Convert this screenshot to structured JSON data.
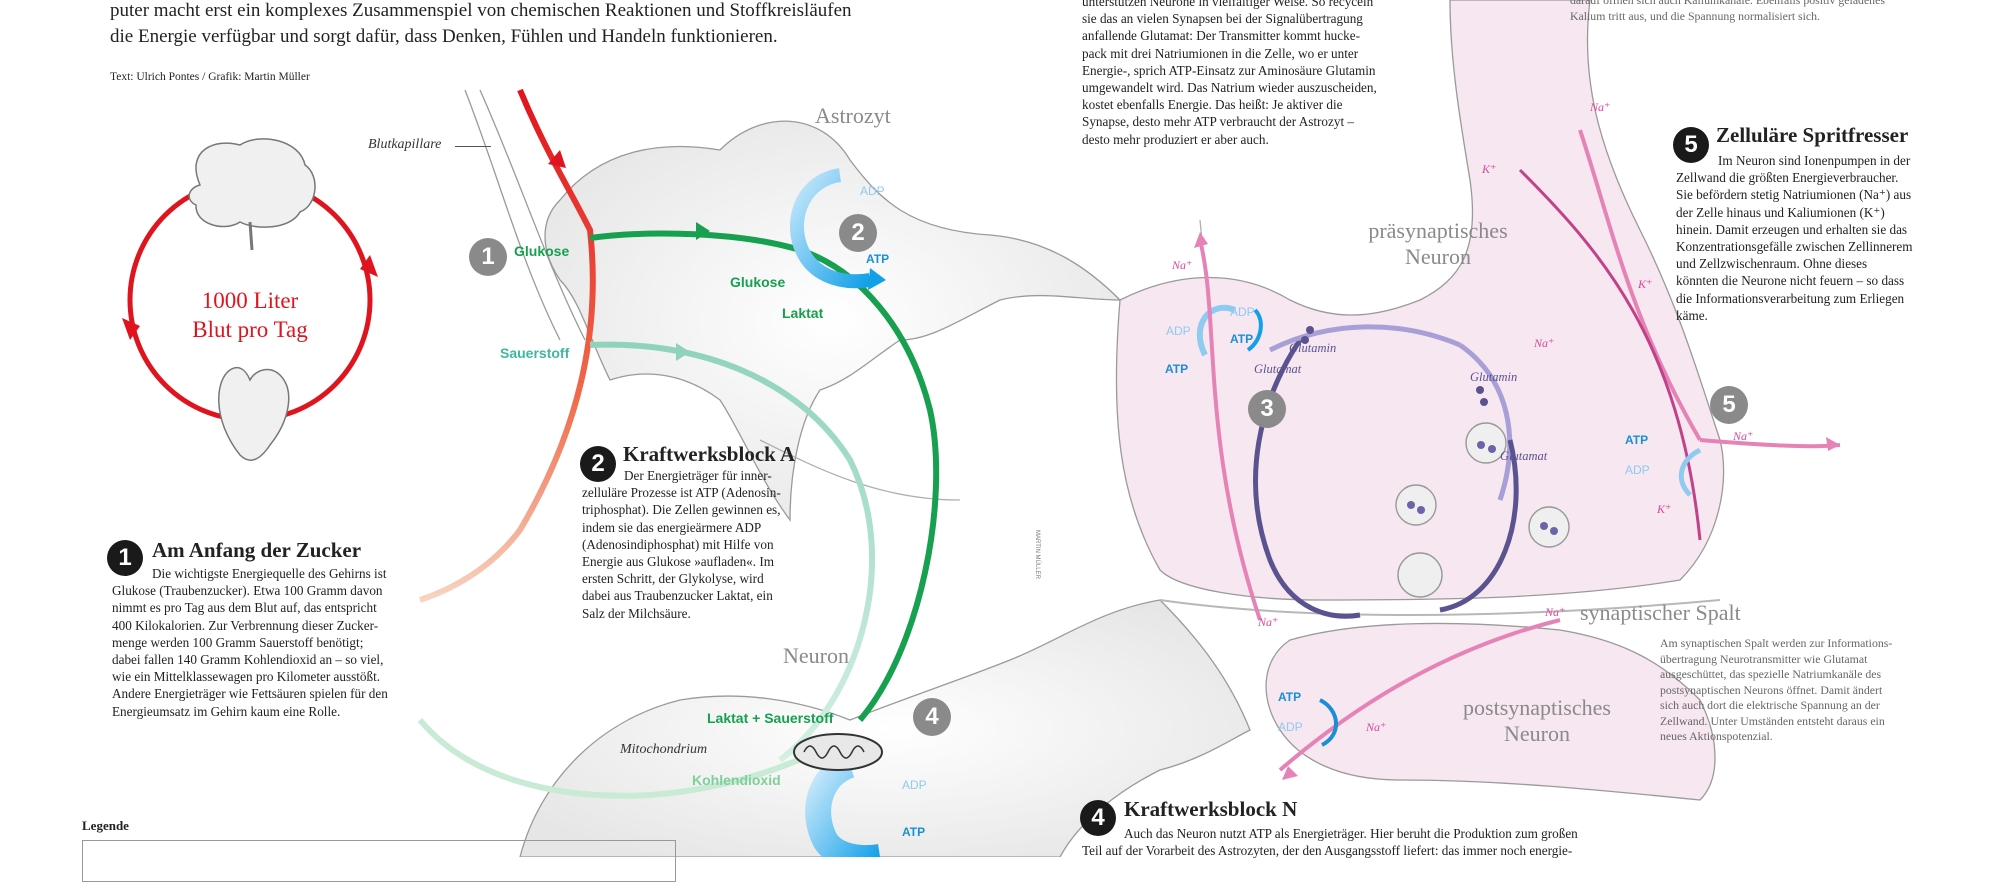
{
  "intro": {
    "text_lines": [
      "puter macht erst ein komplexes Zusammenspiel von chemischen Reaktionen und Stoffkreisläufen",
      "die Energie verfügbar und sorgt dafür, dass Denken, Fühlen und Handeln funktionieren."
    ],
    "credit": "Text: Ulrich Pontes / Grafik: Martin Müller"
  },
  "blood_cycle": {
    "label_line1": "1000 Liter",
    "label_line2": "Blut pro Tag"
  },
  "sections": {
    "s1": {
      "number": "1",
      "title": "Am Anfang der Zucker",
      "lines": [
        "Die wichtigste Energiequelle des Gehirns ist",
        "Glukose (Traubenzucker). Etwa 100 Gramm davon",
        "nimmt es pro Tag aus dem Blut auf, das entspricht",
        "400 Kilokalorien. Zur Verbrennung dieser Zucker-",
        "menge werden 100 Gramm Sauerstoff benötigt;",
        "dabei fallen 140 Gramm Kohlendioxid an – so viel,",
        "wie ein Mittelklassewagen pro Kilometer ausstößt.",
        "Andere Energieträger wie Fettsäuren spielen für den",
        "Energieumsatz im Gehirn kaum eine Rolle."
      ]
    },
    "s2": {
      "number": "2",
      "title": "Kraftwerksblock A",
      "lines": [
        "Der Energieträger für inner-",
        "zelluläre Prozesse ist ATP (Adenosin-",
        "triphosphat). Die Zellen gewinnen es,",
        "indem sie das energieärmere ADP",
        "(Adenosindiphosphat) mit Hilfe von",
        "Energie aus Glukose »aufladen«. Im",
        "ersten Schritt, der Glykolyse, wird",
        "dabei aus Traubenzucker Laktat, ein",
        "Salz der Milchsäure."
      ]
    },
    "s3_text": {
      "lines": [
        "unterstützen Neurone in vielfältiger Weise. So recyceln",
        "sie das an vielen Synapsen bei der Signalübertragung",
        "anfallende Glutamat: Der Transmitter kommt hucke-",
        "pack mit drei Natriumionen in die Zelle, wo er unter",
        "Energie-, sprich ATP-Einsatz zur Aminosäure Glutamin",
        "umgewandelt wird. Das Natrium wieder auszuscheiden,",
        "kostet ebenfalls Energie. Das heißt: Je aktiver die",
        "Synapse, desto mehr ATP verbraucht der Astrozyt –",
        "desto mehr produziert er aber auch."
      ]
    },
    "s4": {
      "number": "4",
      "title": "Kraftwerksblock N",
      "lines": [
        "Auch das Neuron nutzt ATP als Energieträger. Hier beruht die Produktion zum großen",
        "Teil auf der Vorarbeit des Astrozyten, der den Ausgangsstoff liefert: das immer noch energie-"
      ]
    },
    "s5": {
      "number": "5",
      "title": "Zelluläre Spritfresser",
      "lines": [
        "Im Neuron sind Ionenpumpen in der",
        "Zellwand die größten Energieverbraucher.",
        "Sie befördern stetig Natriumionen (Na⁺) aus",
        "der Zelle hinaus und Kaliumionen (K⁺)",
        "hinein. Damit erzeugen und erhalten sie das",
        "Konzentrationsgefälle zwischen Zellinnerem",
        "und Zellzwischenraum. Ohne dieses",
        "könnten die Neurone nicht feuern – so dass",
        "die Informationsverarbeitung zum Erliegen",
        "käme."
      ]
    },
    "top_right_note": {
      "lines": [
        "darauf öffnen sich auch Kaliumkanäle. Ebenfalls positiv geladenes",
        "Kalium tritt aus, und die Spannung normalisiert sich."
      ]
    },
    "cleft_note": {
      "lines": [
        "Am synaptischen Spalt werden zur Informations-",
        "übertragung Neurotransmitter wie Glutamat",
        "ausgeschüttet, das spezielle Natriumkanäle des",
        "postsynaptischen Neurons öffnet. Damit ändert",
        "sich auch dort die elektrische Spannung an der",
        "Zellwand. Unter Umständen entsteht daraus ein",
        "neues Aktionspotenzial."
      ]
    }
  },
  "labels": {
    "blutkapillare": "Blutkapillare",
    "astrozyt": "Astrozyt",
    "neuron": "Neuron",
    "glukose_left": "Glukose",
    "sauerstoff": "Sauerstoff",
    "glukose_astro": "Glukose",
    "laktat": "Laktat",
    "laktat_sauerstoff": "Laktat + Sauerstoff",
    "mitochondrium": "Mitochondrium",
    "kohlendioxid": "Kohlendioxid",
    "praesyn_line1": "präsynaptisches",
    "praesyn_line2": "Neuron",
    "postsyn_line1": "postsynaptisches",
    "postsyn_line2": "Neuron",
    "spalt": "synaptischer Spalt",
    "glutamin1": "Glutamin",
    "glutamat1": "Glutamat",
    "glutamin2": "Glutamin",
    "glutamat2": "Glutamat",
    "atp": "ATP",
    "adp": "ADP",
    "na": "Na⁺",
    "k": "K⁺",
    "signature": "MARTIN MÜLLER",
    "legend": "Legende"
  },
  "grey_badges": [
    "1",
    "2",
    "3",
    "4",
    "5"
  ],
  "colors": {
    "blood_red": "#e0141e",
    "glucose_green": "#16a04f",
    "oxygen_teal": "#7fcfb5",
    "atp_blue": "#1a8fd6",
    "adp_lightblue": "#8fcaf0",
    "sodium_pink": "#e683b6",
    "glutamate_purple": "#5b5290",
    "neuron_tint": "#f6e7f1",
    "badge_grey": "#8a8a8a"
  }
}
